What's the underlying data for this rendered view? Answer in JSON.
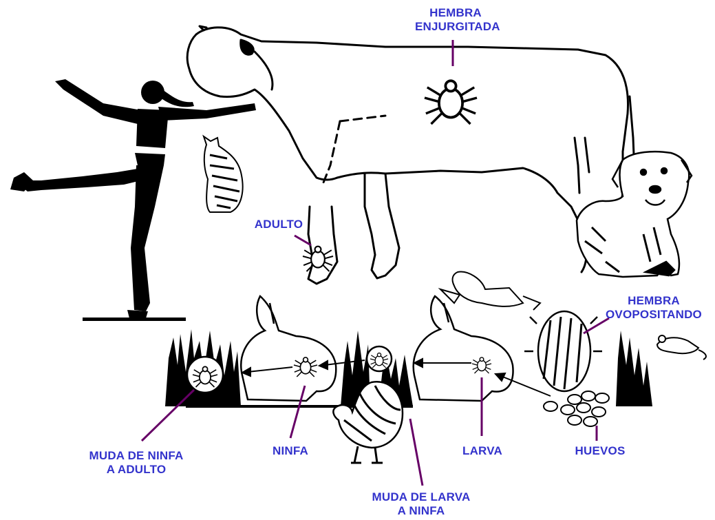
{
  "labels": {
    "hembra_enjurgitada": {
      "line1": "HEMBRA",
      "line2": "ENJURGITADA"
    },
    "adulto": "ADULTO",
    "hembra_ovopositando": {
      "line1": "HEMBRA",
      "line2": "OVOPOSITANDO"
    },
    "muda_ninfa_adulto": {
      "line1": "MUDA DE NINFA",
      "line2": "A  ADULTO"
    },
    "ninfa": "NINFA",
    "larva": "LARVA",
    "huevos": "HUEVOS",
    "muda_larva_ninfa": {
      "line1": "MUDA DE LARVA",
      "line2": "A NINFA"
    }
  },
  "colors": {
    "label": "#3333cc",
    "pointer": "#660066",
    "ink": "#000000"
  },
  "icons": [
    "human-figure-icon",
    "cow-icon",
    "cat-icon",
    "dog-icon",
    "rabbit-icon",
    "turkey-icon",
    "bird-icon",
    "mouse-icon",
    "tick-icon",
    "egg-icon",
    "grass-icon"
  ]
}
